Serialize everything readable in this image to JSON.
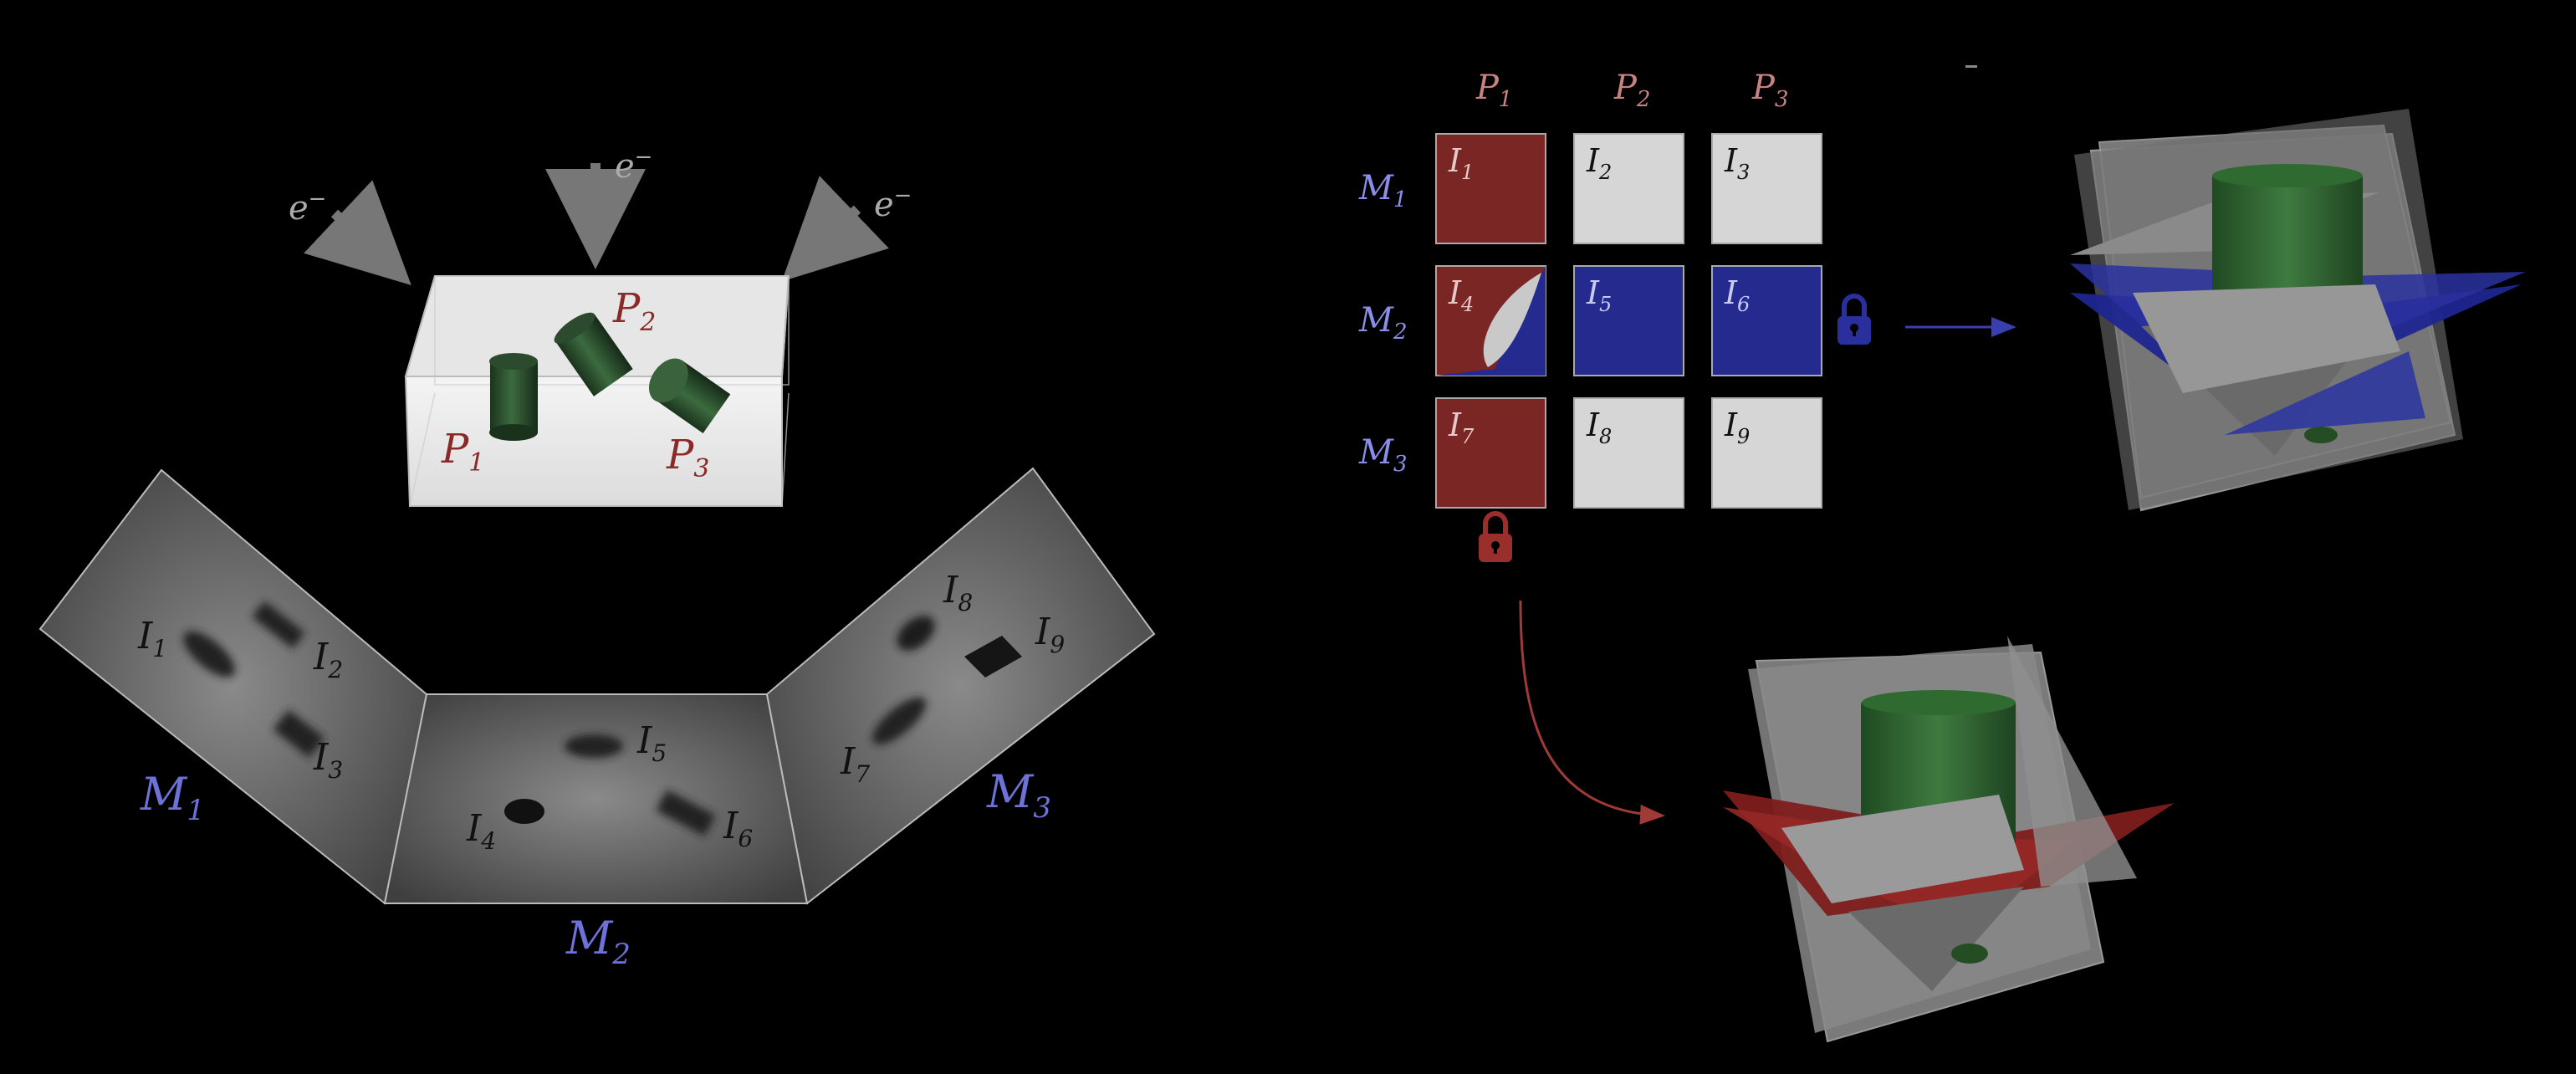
{
  "electron": "e",
  "electron_charge": "−",
  "particles": [
    {
      "id": "P1",
      "letter": "P",
      "sub": "1"
    },
    {
      "id": "P2",
      "letter": "P",
      "sub": "2"
    },
    {
      "id": "P3",
      "letter": "P",
      "sub": "3"
    }
  ],
  "micrographs": [
    {
      "id": "M1",
      "letter": "M",
      "sub": "1"
    },
    {
      "id": "M2",
      "letter": "M",
      "sub": "2"
    },
    {
      "id": "M3",
      "letter": "M",
      "sub": "3"
    }
  ],
  "images": [
    {
      "id": "I1",
      "letter": "I",
      "sub": "1"
    },
    {
      "id": "I2",
      "letter": "I",
      "sub": "2"
    },
    {
      "id": "I3",
      "letter": "I",
      "sub": "3"
    },
    {
      "id": "I4",
      "letter": "I",
      "sub": "4"
    },
    {
      "id": "I5",
      "letter": "I",
      "sub": "5"
    },
    {
      "id": "I6",
      "letter": "I",
      "sub": "6"
    },
    {
      "id": "I7",
      "letter": "I",
      "sub": "7"
    },
    {
      "id": "I8",
      "letter": "I",
      "sub": "8"
    },
    {
      "id": "I9",
      "letter": "I",
      "sub": "9"
    }
  ],
  "grid": {
    "columns": [
      "P1",
      "P2",
      "P3"
    ],
    "rows": [
      "M1",
      "M2",
      "M3"
    ],
    "cells": [
      {
        "image": "I1",
        "state": "particle"
      },
      {
        "image": "I2",
        "state": "unassigned"
      },
      {
        "image": "I3",
        "state": "unassigned"
      },
      {
        "image": "I4",
        "state": "both"
      },
      {
        "image": "I5",
        "state": "micrograph"
      },
      {
        "image": "I6",
        "state": "micrograph"
      },
      {
        "image": "I7",
        "state": "particle"
      },
      {
        "image": "I8",
        "state": "unassigned"
      },
      {
        "image": "I9",
        "state": "unassigned"
      }
    ]
  },
  "colors": {
    "background": "#000000",
    "particle_red": "#7a2624",
    "micrograph_blue": "#252a8e",
    "unassigned_gray": "#d6d6d6",
    "particle_label": "#c98282",
    "micrograph_label": "#8a8ee8",
    "micrograph_text_label": "#7d80e0",
    "model_green": "#2d5a2d",
    "plane_gray": "#8c8c8c",
    "arrow_gray": "#777777"
  },
  "icons": [
    "lock-icon-red",
    "lock-icon-blue",
    "electron-beam-arrow"
  ]
}
